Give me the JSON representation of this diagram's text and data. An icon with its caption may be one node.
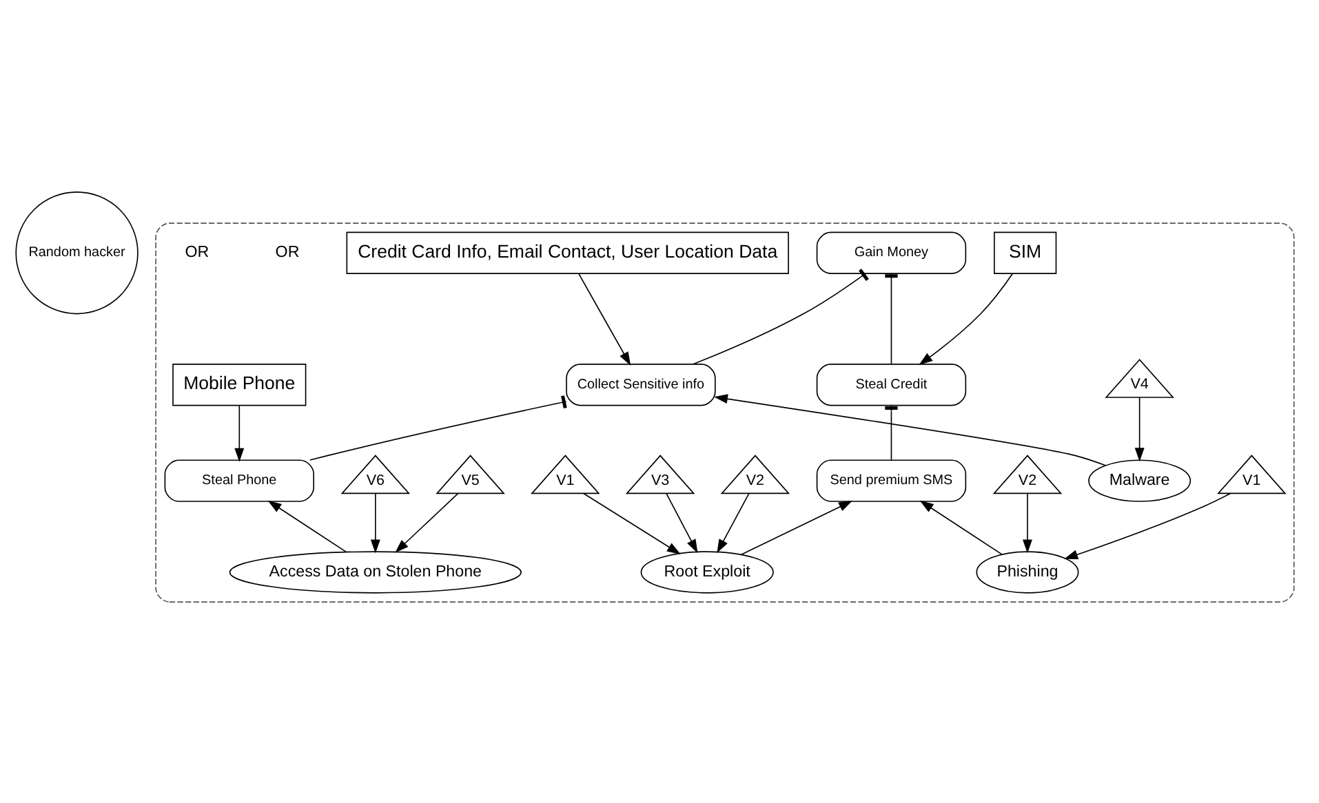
{
  "diagram": {
    "nodes": [
      {
        "text": [
          "Random hacker"
        ]
      },
      {
        "text": [],
        "shape": "ellipse"
      },
      {
        "text": [
          "Gain Money"
        ],
        "in": 1
      },
      {
        "text": [
          "SIM"
        ],
        "in": 1
      },
      {
        "text": [
          "Credit Card Info, Email Contact, User Location Data"
        ],
        "in": 1
      },
      {
        "text": [
          "Steal Credit"
        ],
        "in": 1
      },
      {
        "text": [
          "Collect Sensitive info"
        ],
        "in": 1
      },
      {
        "text": [
          "V4"
        ],
        "in": 1
      },
      {
        "text": [
          "Mobile Phone"
        ],
        "in": 1
      },
      {
        "text": [
          "Send premium SMS"
        ],
        "in": 1
      },
      {
        "text": [
          "Malware"
        ],
        "in": 1
      },
      {
        "text": [
          "Steal Phone"
        ],
        "in": 1
      },
      {
        "text": [
          "V1"
        ],
        "in": 1
      },
      {
        "text": [
          "V2"
        ],
        "in": 1
      },
      {
        "text": [
          "V1"
        ],
        "in": 1
      },
      {
        "text": [
          "V2"
        ],
        "in": 1
      },
      {
        "text": [
          "V3"
        ],
        "in": 1
      },
      {
        "text": [
          "V5"
        ],
        "in": 1
      },
      {
        "text": [
          "V6"
        ],
        "in": 1
      },
      {
        "text": [
          "Phishing"
        ],
        "in": 1
      },
      {
        "text": [
          "Root Exploit"
        ],
        "in": 1
      },
      {
        "text": [
          "Access Data on Stolen Phone"
        ],
        "in": 1
      }
    ],
    "edges": [
      {
        "from": 2,
        "to": 5,
        "arrow": "other"
      },
      {
        "from": 2,
        "to": 6,
        "arrow": "other"
      },
      {
        "from": 3,
        "to": 5,
        "arrow": "to"
      },
      {
        "from": 4,
        "to": 6,
        "arrow": "to"
      },
      {
        "from": 5,
        "to": 9,
        "arrow": "other"
      },
      {
        "from": 6,
        "to": 11,
        "arrow": "other"
      },
      {
        "from": 8,
        "to": 11,
        "arrow": "to"
      },
      {
        "from": 10,
        "to": 6,
        "arrow": "to"
      },
      {
        "from": 7,
        "to": 10,
        "arrow": "to"
      },
      {
        "from": 19,
        "to": 9,
        "arrow": "to"
      },
      {
        "from": 20,
        "to": 9,
        "arrow": "to"
      },
      {
        "from": 12,
        "to": 19,
        "arrow": "to"
      },
      {
        "from": 13,
        "to": 19,
        "arrow": "to"
      },
      {
        "from": 14,
        "to": 20,
        "arrow": "to"
      },
      {
        "from": 15,
        "to": 20,
        "arrow": "to"
      },
      {
        "from": 16,
        "to": 20,
        "arrow": "to"
      },
      {
        "from": 17,
        "to": 21,
        "arrow": "to"
      },
      {
        "from": 18,
        "to": 21,
        "arrow": "to"
      },
      {
        "from": 21,
        "to": 11,
        "arrow": "to"
      }
    ],
    "labels": [
      "OR",
      "OR"
    ]
  }
}
